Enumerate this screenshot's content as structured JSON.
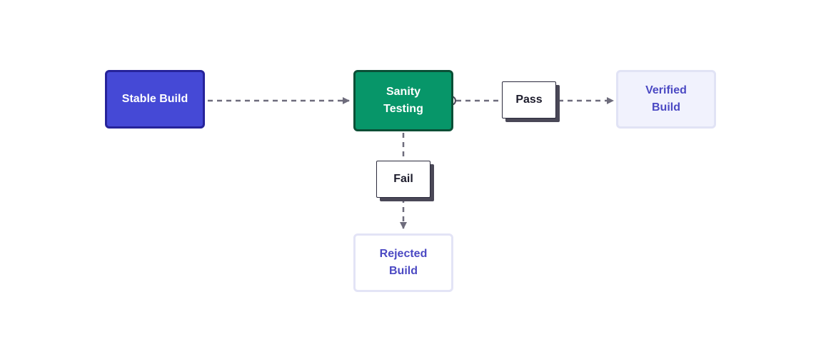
{
  "diagram": {
    "nodes": {
      "stable_build": {
        "label": "Stable Build"
      },
      "sanity_testing": {
        "label": "Sanity\nTesting"
      },
      "verified_build": {
        "label": "Verified\nBuild"
      },
      "rejected_build": {
        "label": "Rejected\nBuild"
      }
    },
    "edge_labels": {
      "pass": "Pass",
      "fail": "Fail"
    },
    "edges": [
      {
        "from": "stable_build",
        "to": "sanity_testing"
      },
      {
        "from": "sanity_testing",
        "to": "verified_build",
        "label": "pass"
      },
      {
        "from": "sanity_testing",
        "to": "rejected_build",
        "label": "fail"
      }
    ],
    "colors": {
      "stable_fill": "#4549d6",
      "sanity_fill": "#079669",
      "result_fill": "#f1f2fd",
      "result_text": "#4b49c3",
      "connector": "#6e6c7c"
    }
  }
}
